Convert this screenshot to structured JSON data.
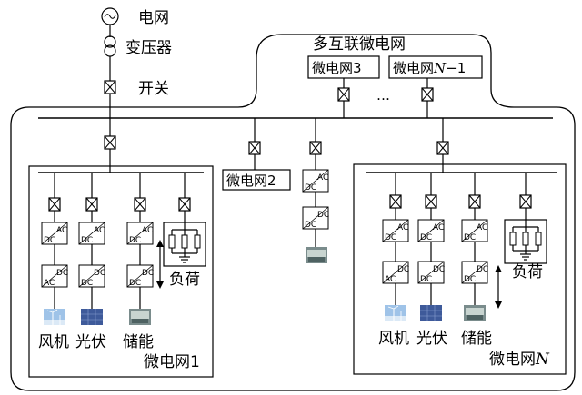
{
  "grid": {
    "power_grid": "电网",
    "transformer": "变压器",
    "switch": "开关"
  },
  "interconnect": {
    "title": "多互联微电网",
    "mg3": "微电网3",
    "mg_n_minus_1_prefix": "微电网",
    "mg_n_minus_1_var": "N",
    "mg_n_minus_1_suffix": "−1",
    "ellipsis": "…"
  },
  "microgrid2": {
    "label": "微电网2"
  },
  "microgrid1": {
    "label": "微电网1",
    "wind": "风机",
    "pv": "光伏",
    "storage": "储能",
    "load": "负荷"
  },
  "microgridN": {
    "label_prefix": "微电网",
    "label_var": "N",
    "wind": "风机",
    "pv": "光伏",
    "storage": "储能",
    "load": "负荷"
  },
  "converter": {
    "ac": "AC",
    "dc": "DC"
  },
  "colors": {
    "line": "#000000",
    "background": "#ffffff"
  }
}
